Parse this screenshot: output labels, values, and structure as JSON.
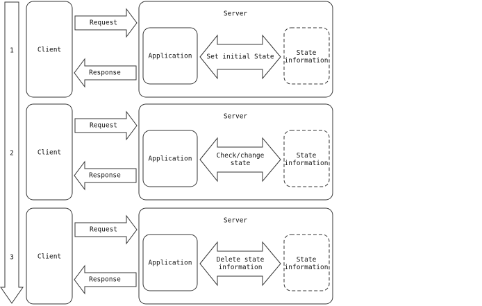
{
  "steps": [
    {
      "number": "1",
      "client": "Client",
      "request": "Request",
      "response": "Response",
      "server": "Server",
      "application": "Application",
      "action": [
        "Set initial State"
      ],
      "state": [
        "State",
        "information"
      ]
    },
    {
      "number": "2",
      "client": "Client",
      "request": "Request",
      "response": "Response",
      "server": "Server",
      "application": "Application",
      "action": [
        "Check/change",
        "state"
      ],
      "state": [
        "State",
        "information"
      ]
    },
    {
      "number": "3",
      "client": "Client",
      "request": "Request",
      "response": "Response",
      "server": "Server",
      "application": "Application",
      "action": [
        "Delete state",
        "information"
      ],
      "state": [
        "State",
        "information"
      ]
    }
  ],
  "colors": {
    "stroke": "#333333",
    "fill": "#ffffff",
    "text": "#111111"
  }
}
